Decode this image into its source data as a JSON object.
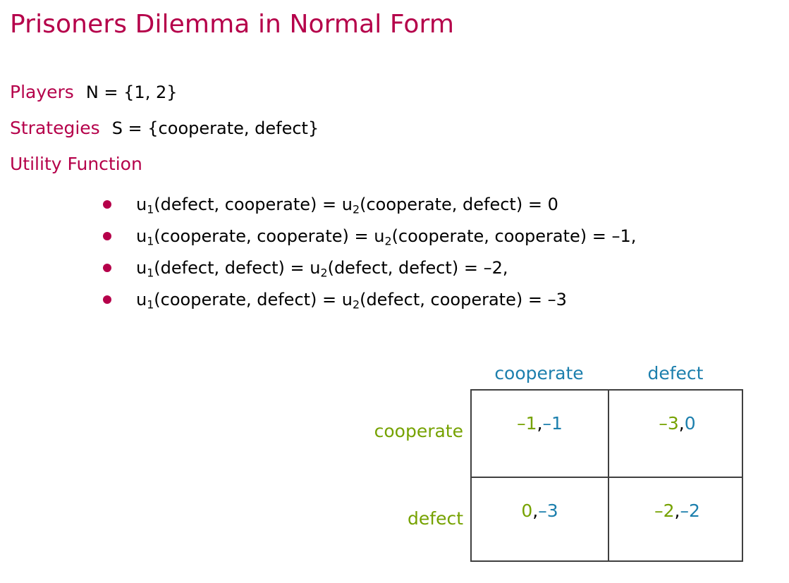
{
  "slide": {
    "title": "Prisoners Dilemma in Normal Form",
    "accent_color": "#b5004a",
    "player1_color": "#76a201",
    "player2_color": "#1c7fad",
    "text_color": "#000000",
    "background": "#ffffff"
  },
  "definitions": [
    {
      "label": "Players",
      "body": "N = {1, 2}"
    },
    {
      "label": "Strategies",
      "body": "S = {cooperate, defect}"
    },
    {
      "label": "Utility Function",
      "body": ""
    }
  ],
  "utility_bullets": [
    {
      "parts": [
        {
          "t": "u",
          "sub": false
        },
        {
          "t": "1",
          "sub": true
        },
        {
          "t": "(defect, cooperate) = u",
          "sub": false
        },
        {
          "t": "2",
          "sub": true
        },
        {
          "t": "(cooperate, defect) = 0",
          "sub": false
        }
      ],
      "plain": "u1(defect, cooperate) = u2(cooperate, defect) = 0"
    },
    {
      "parts": [
        {
          "t": "u",
          "sub": false
        },
        {
          "t": "1",
          "sub": true
        },
        {
          "t": "(cooperate, cooperate) = u",
          "sub": false
        },
        {
          "t": "2",
          "sub": true
        },
        {
          "t": "(cooperate, cooperate) = –1,",
          "sub": false
        }
      ],
      "plain": "u1(cooperate, cooperate) = u2(cooperate, cooperate) = –1,"
    },
    {
      "parts": [
        {
          "t": "u",
          "sub": false
        },
        {
          "t": "1",
          "sub": true
        },
        {
          "t": "(defect, defect) = u",
          "sub": false
        },
        {
          "t": "2",
          "sub": true
        },
        {
          "t": "(defect, defect) = –2,",
          "sub": false
        }
      ],
      "plain": "u1(defect, defect) = u2(defect, defect) = –2,"
    },
    {
      "parts": [
        {
          "t": "u",
          "sub": false
        },
        {
          "t": "1",
          "sub": true
        },
        {
          "t": "(cooperate, defect) = u",
          "sub": false
        },
        {
          "t": "2",
          "sub": true
        },
        {
          "t": "(defect, cooperate) = –3",
          "sub": false
        }
      ],
      "plain": "u1(cooperate, defect) = u2(defect, cooperate) = –3"
    }
  ],
  "matrix": {
    "column_headers": [
      "cooperate",
      "defect"
    ],
    "row_headers": [
      "cooperate",
      "defect"
    ],
    "separator": ",",
    "cells": [
      [
        {
          "p1": "–1",
          "p2": "–1"
        },
        {
          "p1": "–3",
          "p2": "0"
        }
      ],
      [
        {
          "p1": "0",
          "p2": "–3"
        },
        {
          "p1": "–2",
          "p2": "–2"
        }
      ]
    ]
  }
}
